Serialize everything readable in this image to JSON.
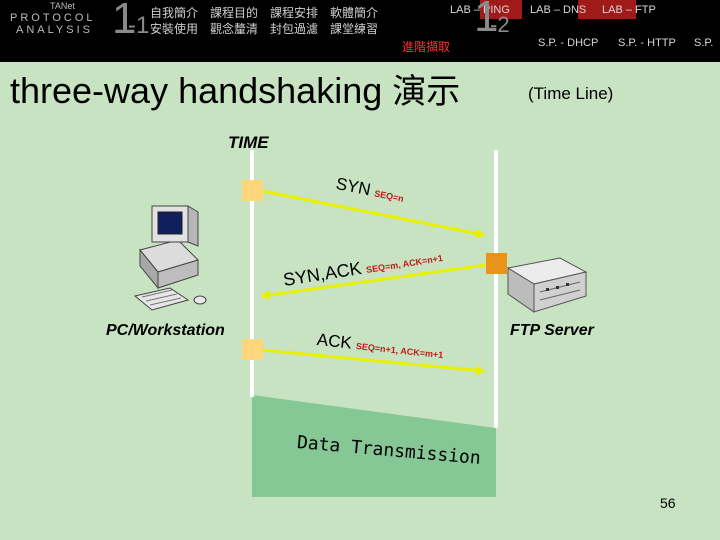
{
  "header": {
    "logo": {
      "top": "TANet",
      "line1": "PROTOCOL",
      "line2": "ANALYSIS"
    },
    "section1": {
      "big": "1",
      "small": "-1"
    },
    "nav_row1": [
      "自我簡介",
      "課程目的",
      "課程安排",
      "軟體簡介"
    ],
    "nav_row2": [
      "安裝使用",
      "觀念釐清",
      "封包過濾",
      "課堂練習"
    ],
    "advanced": "進階擷取",
    "lab_ping": "LAB – PING",
    "section2": {
      "big": "1",
      "small": "-2"
    },
    "lab_dns": "LAB – DNS",
    "lab_ftp": "LAB – FTP",
    "sp_dhcp": "S.P. - DHCP",
    "sp_http": "S.P. - HTTP",
    "sp_cut": "S.P."
  },
  "slide": {
    "title_en": "three-way handshaking",
    "title_cjk": "演示",
    "subtitle": "(Time Line)",
    "time_label": "TIME",
    "pc_label": "PC/Workstation",
    "server_label": "FTP Server",
    "syn_label": "SYN",
    "syn_seq": "SEQ=n",
    "synack_label": "SYN,ACK",
    "synack_seq": "SEQ=m, ACK=n+1",
    "ack_label": "ACK",
    "ack_seq": "SEQ=n+1, ACK=m+1",
    "data_label": "Data Transmission",
    "page_number": "56"
  },
  "colors": {
    "background": "#c7e3c2",
    "arrow": "#e8f000",
    "marker_client": "#ffd77a",
    "marker_server": "#e8941a",
    "seq_text": "#c11a1a",
    "data_region": "#86c796"
  }
}
